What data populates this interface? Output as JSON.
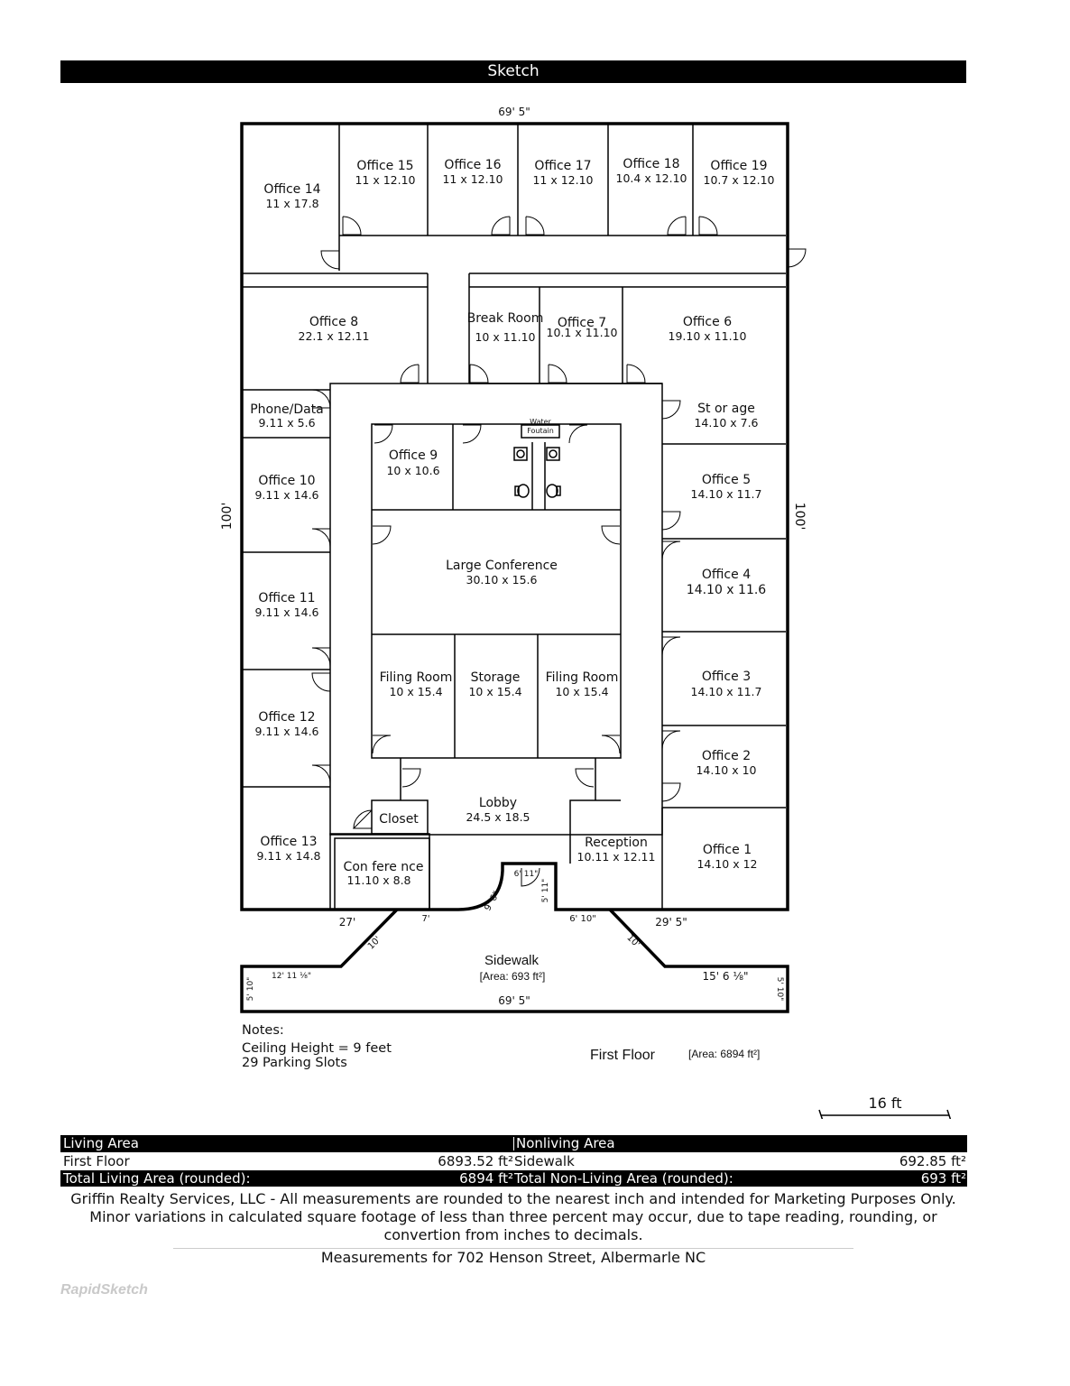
{
  "header": {
    "title": "Sketch"
  },
  "dimensions": {
    "top": "69' 5\"",
    "left": "100'",
    "right": "100'",
    "bottom_left": "27'",
    "bottom_left_short": "7'",
    "bottom_right_short": "6' 10\"",
    "bottom_right": "29' 5\"",
    "entry_arc": "9' 6\"",
    "entry_top": "6' 11\"",
    "entry_side": "5' 11\"",
    "diag_left": "10'",
    "diag_right": "10'",
    "sidewalk_left_top": "12' 11 ⅛\"",
    "sidewalk_right_top": "15' 6 ⅛\"",
    "sidewalk_left_side": "5' 10\"",
    "sidewalk_right_side": "5' 10\"",
    "sidewalk_bottom": "69' 5\""
  },
  "rooms": [
    {
      "name": "Office 14",
      "size": "11 x 17.8"
    },
    {
      "name": "Office 15",
      "size": "11 x 12.10"
    },
    {
      "name": "Office 16",
      "size": "11 x 12.10"
    },
    {
      "name": "Office 17",
      "size": "11 x 12.10"
    },
    {
      "name": "Office 18",
      "size": "10.4 x 12.10"
    },
    {
      "name": "Office 19",
      "size": "10.7 x 12.10"
    },
    {
      "name": "Office 8",
      "size": "22.1 x 12.11"
    },
    {
      "name": "Break Room",
      "size": "10 x 11.10"
    },
    {
      "name": "Office 7",
      "size": "10.1 x 11.10"
    },
    {
      "name": "Office 6",
      "size": "19.10 x 11.10"
    },
    {
      "name": "Phone/Data",
      "size": "9.11 x 5.6"
    },
    {
      "name": "St or age",
      "size": "14.10 x 7.6"
    },
    {
      "name": "Office 9",
      "size": "10 x 10.6"
    },
    {
      "name": "Office 10",
      "size": "9.11 x 14.6"
    },
    {
      "name": "Office 5",
      "size": "14.10 x 11.7"
    },
    {
      "name": "Large Conference",
      "size": "30.10 x 15.6"
    },
    {
      "name": "Office 11",
      "size": "9.11 x 14.6"
    },
    {
      "name": "Office 4",
      "size": "14.10 x 11.6"
    },
    {
      "name": "Filing Room",
      "size": "10 x 15.4"
    },
    {
      "name": "Storage",
      "size": "10 x 15.4"
    },
    {
      "name": "Filing Room",
      "size": "10 x 15.4"
    },
    {
      "name": "Office 12",
      "size": "9.11 x 14.6"
    },
    {
      "name": "Office 3",
      "size": "14.10 x 11.7"
    },
    {
      "name": "Office 2",
      "size": "14.10 x 10"
    },
    {
      "name": "Lobby",
      "size": "24.5 x 18.5"
    },
    {
      "name": "Closet",
      "size": ""
    },
    {
      "name": "Office 13",
      "size": "9.11 x 14.8"
    },
    {
      "name": "Con fere nce",
      "size": "11.10 x 8.8"
    },
    {
      "name": "Reception",
      "size": "10.11 x 12.11"
    },
    {
      "name": "Office 1",
      "size": "14.10 x 12"
    }
  ],
  "fixtures": {
    "water_line1": "Water",
    "water_line2": "Foutain"
  },
  "sidewalk": {
    "label": "Sidewalk",
    "area": "[Area: 693 ft²]"
  },
  "notes": {
    "heading": "Notes:",
    "line1": "Ceiling Height = 9 feet",
    "line2": "29 Parking Slots"
  },
  "floor": {
    "label": "First Floor",
    "area": "[Area: 6894 ft²]"
  },
  "scale": {
    "label": "16 ft"
  },
  "table": {
    "living_header": "Living Area",
    "nonliving_header": "Nonliving Area",
    "row1_name": "First Floor",
    "row1_value": "6893.52 ft²",
    "row1_nonliving_name": "Sidewalk",
    "row1_nonliving_value": "692.85 ft²",
    "total_living_label": "Total Living Area (rounded):",
    "total_living_value": "6894 ft²",
    "total_nonliving_label": "Total Non-Living Area (rounded):",
    "total_nonliving_value": "693 ft²"
  },
  "disclaimer": {
    "line1": "Griffin Realty Services, LLC - All measurements are rounded to the nearest inch and intended for Marketing Purposes Only.",
    "line2": "Minor variations in calculated square footage of less than three percent may occur, due to tape reading, rounding, or",
    "line3": "convertion from inches to decimals."
  },
  "footer": {
    "address": "Measurements for 702 Henson Street, Albermarle NC",
    "brand": "RapidSketch"
  }
}
